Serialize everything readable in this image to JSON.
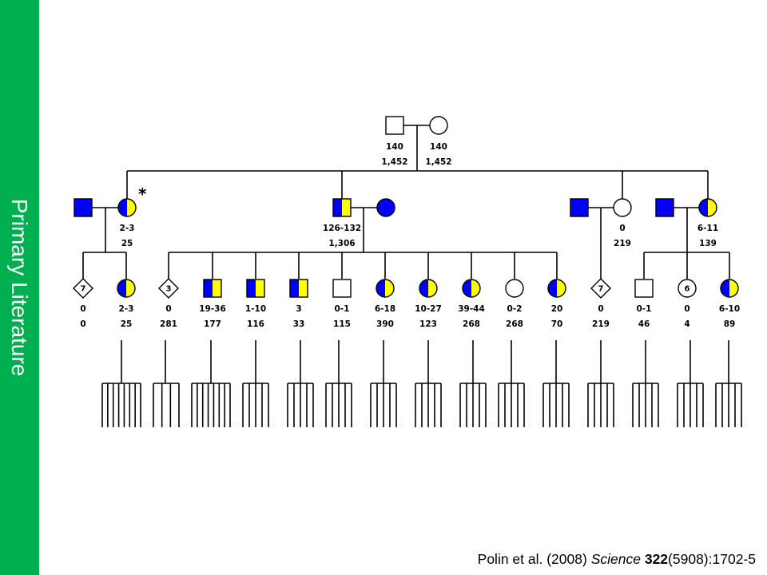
{
  "sidebar": {
    "title": "Primary Literature"
  },
  "citation": {
    "authors": "Polin et al. (2008)",
    "journal": "Science",
    "volume": "322",
    "issue_pages": "(5908):1702-5"
  },
  "colors": {
    "sidebar": "#00b050",
    "affected_blue": "#0000ff",
    "carrier_yellow": "#ffff00",
    "line": "#000000"
  },
  "pedigree": {
    "founders": [
      {
        "id": "f-male",
        "sex": "male",
        "fill": "none",
        "top": "140",
        "bottom": "1,452"
      },
      {
        "id": "f-female",
        "sex": "female",
        "fill": "none",
        "top": "140",
        "bottom": "1,452"
      }
    ],
    "generation2": [
      {
        "id": "g2-1",
        "sex": "female",
        "fill": "half",
        "top": "2-3",
        "bottom": "25",
        "asterisk": "*",
        "mate": "affected-male"
      },
      {
        "id": "g2-2",
        "sex": "male",
        "fill": "half",
        "top": "126-132",
        "bottom": "1,306",
        "mate": "affected-female"
      },
      {
        "id": "g2-3",
        "sex": "female",
        "fill": "none",
        "top": "0",
        "bottom": "219",
        "mate": "affected-male"
      },
      {
        "id": "g2-4",
        "sex": "female",
        "fill": "half",
        "top": "6-11",
        "bottom": "139",
        "mate": "affected-male"
      }
    ],
    "generation3": [
      {
        "parent": 0,
        "sex": "unknown",
        "count": "7",
        "fill": "none",
        "top": "0",
        "bottom": "0"
      },
      {
        "parent": 0,
        "sex": "female",
        "fill": "half",
        "top": "2-3",
        "bottom": "25"
      },
      {
        "parent": 1,
        "sex": "unknown",
        "count": "3",
        "fill": "none",
        "top": "0",
        "bottom": "281"
      },
      {
        "parent": 1,
        "sex": "male",
        "fill": "half",
        "top": "19-36",
        "bottom": "177"
      },
      {
        "parent": 1,
        "sex": "male",
        "fill": "half",
        "top": "1-10",
        "bottom": "116"
      },
      {
        "parent": 1,
        "sex": "male",
        "fill": "half",
        "top": "3",
        "bottom": "33"
      },
      {
        "parent": 1,
        "sex": "male",
        "fill": "none",
        "top": "0-1",
        "bottom": "115"
      },
      {
        "parent": 1,
        "sex": "female",
        "fill": "half",
        "top": "6-18",
        "bottom": "390"
      },
      {
        "parent": 1,
        "sex": "female",
        "fill": "half",
        "top": "10-27",
        "bottom": "123"
      },
      {
        "parent": 1,
        "sex": "female",
        "fill": "half",
        "top": "39-44",
        "bottom": "268"
      },
      {
        "parent": 1,
        "sex": "female",
        "fill": "none",
        "top": "0-2",
        "bottom": "268"
      },
      {
        "parent": 1,
        "sex": "female",
        "fill": "half",
        "top": "20",
        "bottom": "70"
      },
      {
        "parent": 2,
        "sex": "unknown",
        "count": "7",
        "fill": "none",
        "top": "0",
        "bottom": "219"
      },
      {
        "parent": 3,
        "sex": "male",
        "fill": "none",
        "top": "0-1",
        "bottom": "46"
      },
      {
        "parent": 3,
        "sex": "female",
        "count": "6",
        "fill": "none",
        "top": "0",
        "bottom": "4"
      },
      {
        "parent": 3,
        "sex": "female",
        "fill": "half",
        "top": "6-10",
        "bottom": "89"
      }
    ],
    "descendant_groups": [
      {
        "lines": 8
      },
      {
        "lines": 4
      },
      {
        "lines": 8
      },
      {
        "lines": 5
      },
      {
        "lines": 5
      },
      {
        "lines": 5
      },
      {
        "lines": 5
      },
      {
        "lines": 5
      },
      {
        "lines": 5
      },
      {
        "lines": 5
      },
      {
        "lines": 5
      },
      {
        "lines": 5
      },
      {
        "lines": 5
      },
      {
        "lines": 5
      },
      {
        "lines": 5
      }
    ]
  }
}
